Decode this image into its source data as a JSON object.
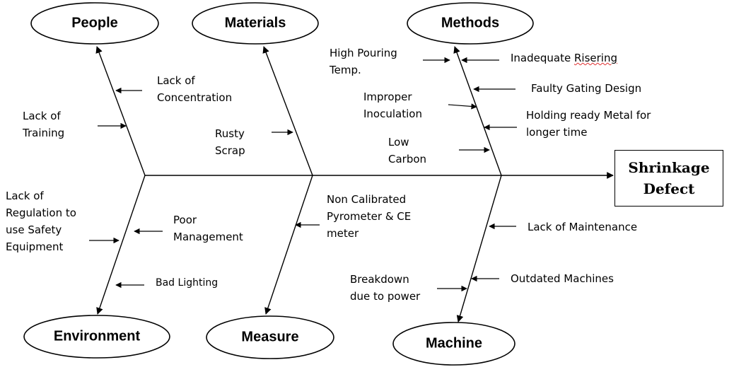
{
  "effect": {
    "line1": "Shrinkage",
    "line2": "Defect"
  },
  "categories": {
    "people": "People",
    "materials": "Materials",
    "methods": "Methods",
    "environment": "Environment",
    "measure": "Measure",
    "machine": "Machine"
  },
  "causes": {
    "people": {
      "lack_of_concentration": "Lack of\nConcentration",
      "lack_of_training": "Lack of\nTraining"
    },
    "materials": {
      "rusty_scrap": "Rusty\nScrap"
    },
    "methods": {
      "high_pouring_temp": "High Pouring\nTemp.",
      "inadequate_risering_prefix": "Inadequate ",
      "inadequate_risering_word": "Risering",
      "faulty_gating_design": "Faulty Gating Design",
      "improper_inoculation": "Improper\nInoculation",
      "holding_ready_metal": "Holding ready Metal for\nlonger time",
      "low_carbon": "Low\nCarbon"
    },
    "environment": {
      "lack_of_regulation": "Lack of\nRegulation to\nuse Safety\nEquipment",
      "poor_management": "Poor\nManagement",
      "bad_lighting": "Bad Lighting"
    },
    "measure": {
      "non_calibrated": "Non Calibrated\nPyrometer & CE\nmeter"
    },
    "machine": {
      "lack_of_maintenance": "Lack of Maintenance",
      "breakdown": "Breakdown\ndue to power",
      "outdated_machines": "Outdated Machines"
    }
  }
}
